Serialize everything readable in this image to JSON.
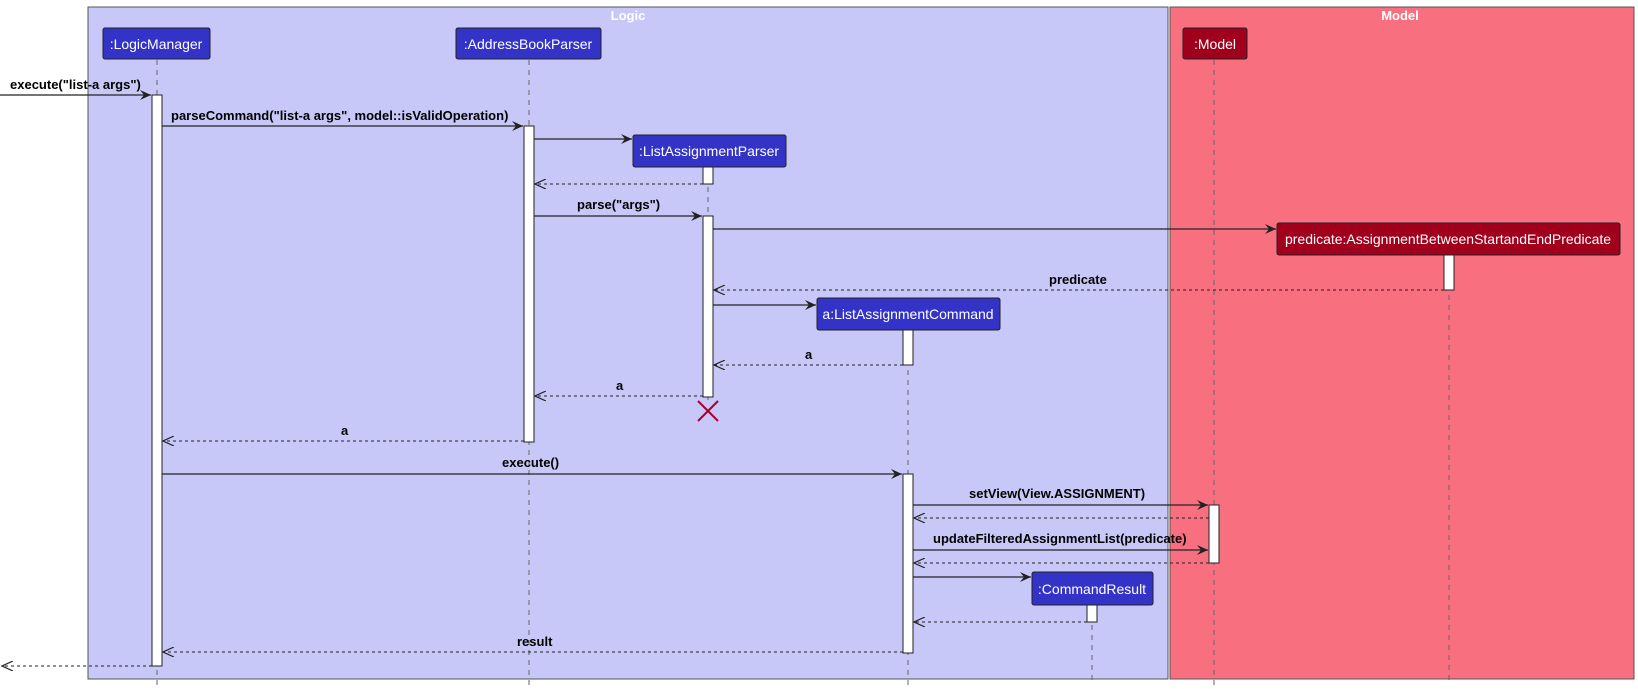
{
  "groups": {
    "logic": {
      "title": "Logic",
      "color": "#c8c8f8"
    },
    "model": {
      "title": "Model",
      "color": "#f87080"
    }
  },
  "participants": {
    "logic_manager": ":LogicManager",
    "address_book_parser": ":AddressBookParser",
    "list_assignment_parser": ":ListAssignmentParser",
    "list_assignment_command": "a:ListAssignmentCommand",
    "command_result": ":CommandResult",
    "model": ":Model",
    "predicate": "predicate:AssignmentBetweenStartandEndPredicate"
  },
  "messages": {
    "execute_call": "execute(\"list-a args\")",
    "parse_command": "parseCommand(\"list-a args\", model::isValidOperation)",
    "parse_args": "parse(\"args\")",
    "predicate_return": "predicate",
    "command_return": "a",
    "parser_return": "a",
    "book_parser_return": "a",
    "execute": "execute()",
    "set_view": "setView(View.ASSIGNMENT)",
    "update_filtered": "updateFilteredAssignmentList(predicate)",
    "result_return": "result"
  },
  "colors": {
    "logic_box": "#3333c8",
    "model_box": "#a0001c",
    "destroy_mark": "#a80036"
  }
}
